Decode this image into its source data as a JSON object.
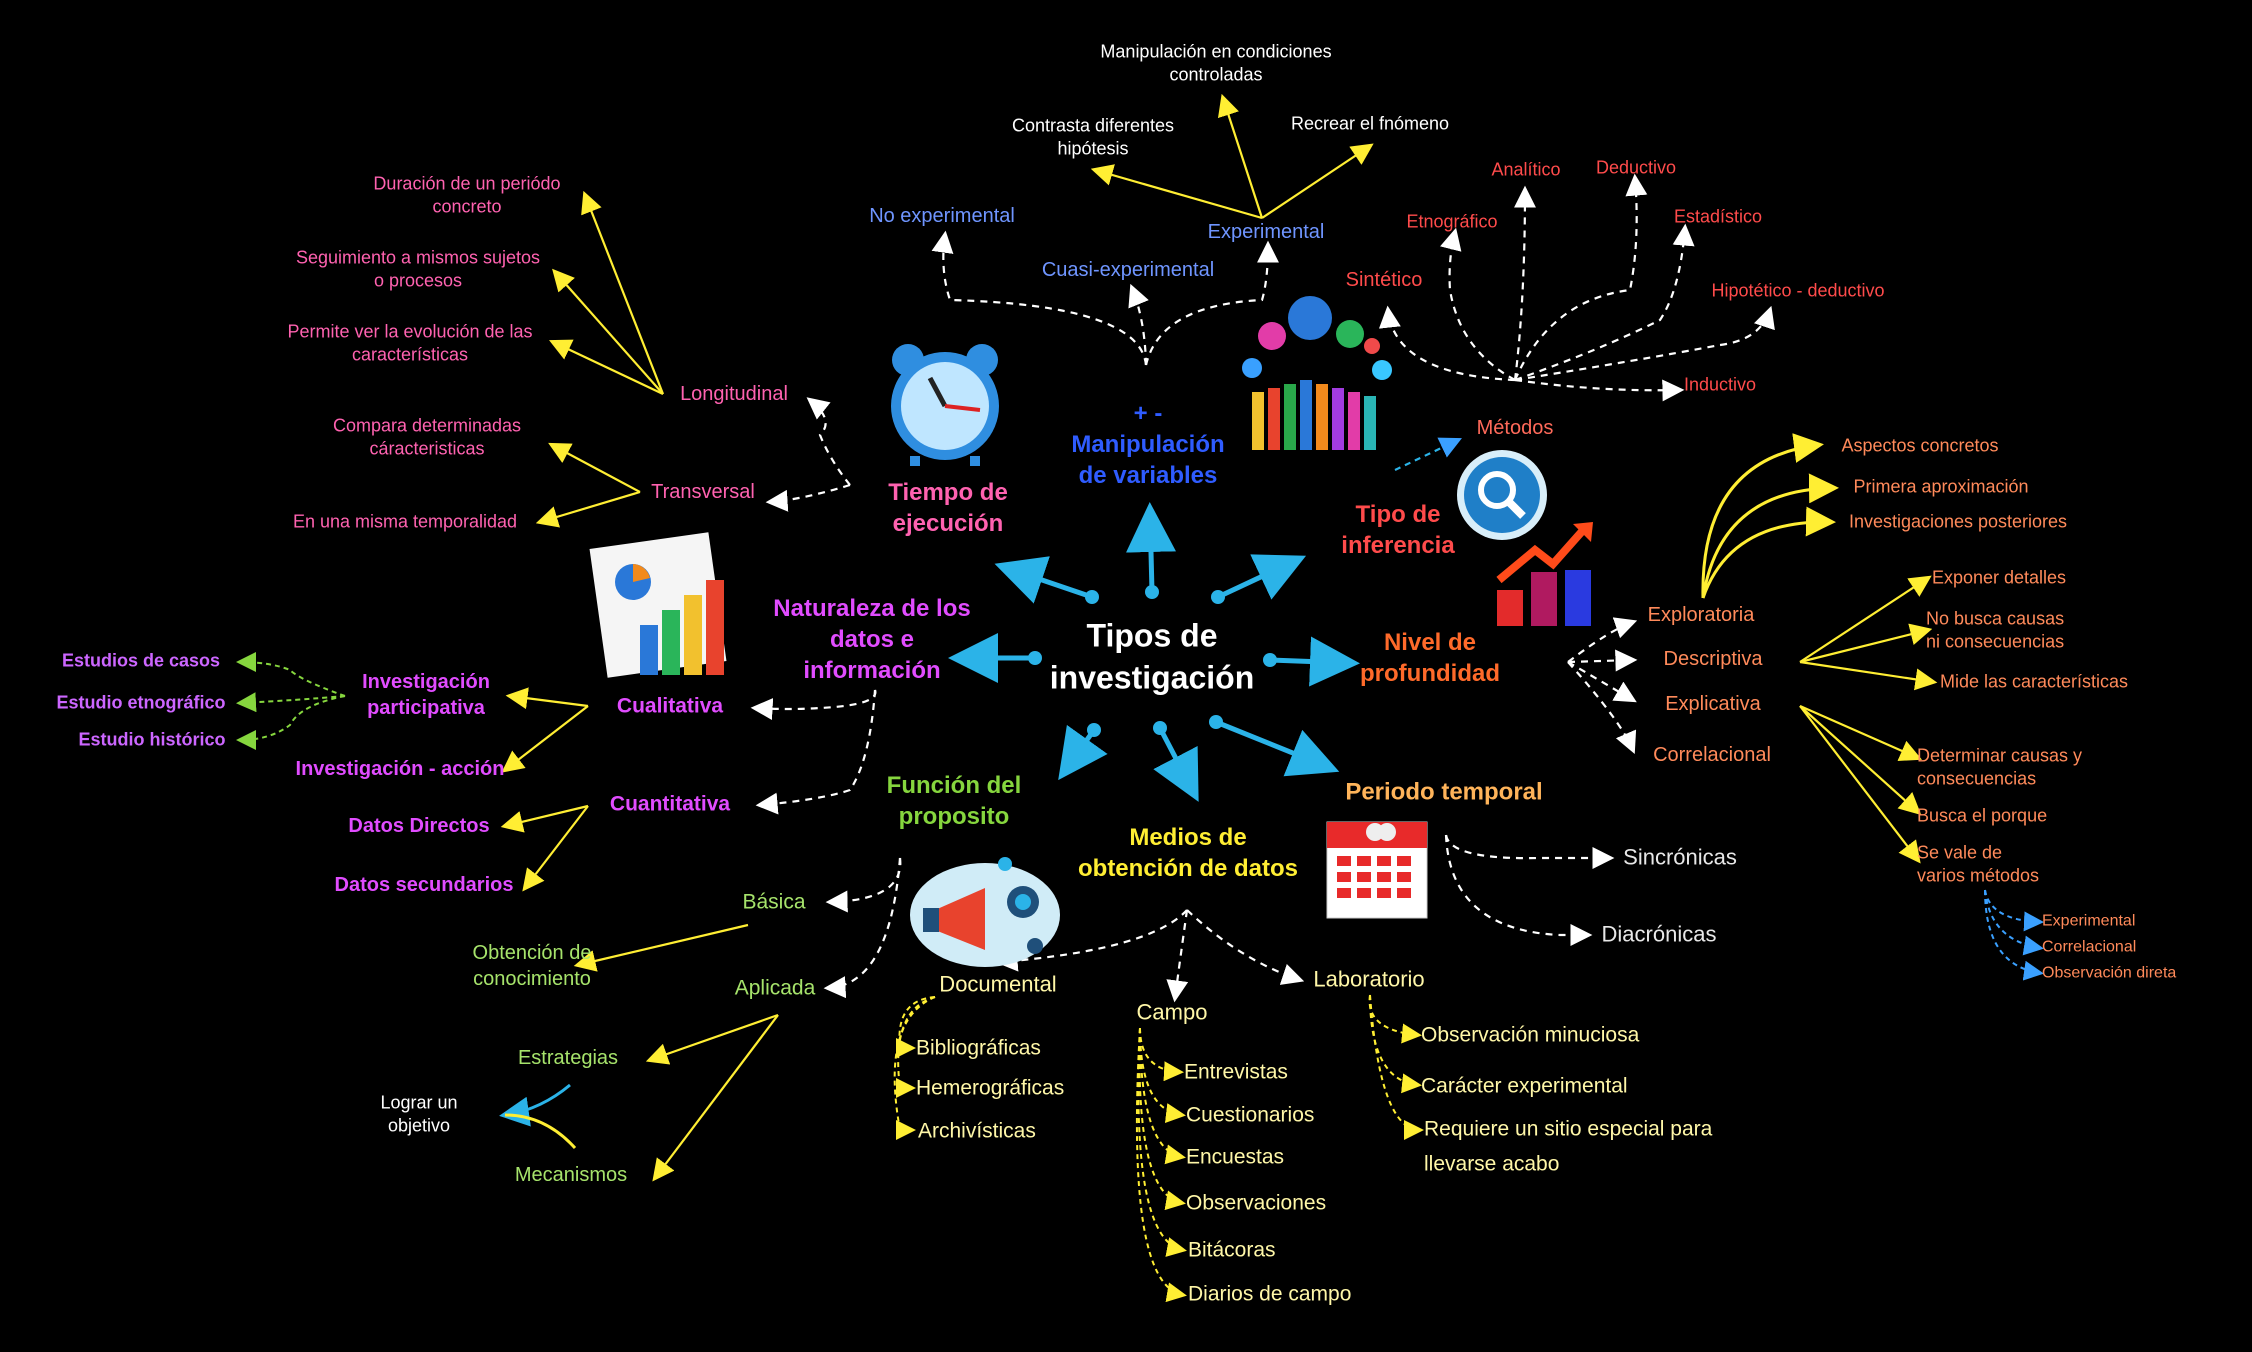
{
  "center": {
    "title": "Tipos de\ninvestigación"
  },
  "manipulacion": {
    "label": "+ -\nManipulación\nde variables",
    "no_experimental": "No experimental",
    "cuasi": "Cuasi-experimental",
    "experimental": "Experimental",
    "manip_cond": "Manipulación en condiciones\ncontroladas",
    "contrasta": "Contrasta diferentes\nhipótesis",
    "recrear": "Recrear el fnómeno"
  },
  "inferencia": {
    "label": "Tipo de\ninferencia",
    "metodos": "Métodos",
    "sintetico": "Sintético",
    "etnografico": "Etnográfico",
    "analitico": "Analítico",
    "deductivo": "Deductivo",
    "estadistico": "Estadístico",
    "hipotetico": "Hipotético - deductivo",
    "inductivo": "Inductivo"
  },
  "tiempo": {
    "label": "Tiempo de\nejecución",
    "longitudinal": "Longitudinal",
    "transversal": "Transversal",
    "duracion": "Duración de un periódo\nconcreto",
    "seguimiento": "Seguimiento a mismos sujetos\no procesos",
    "permite": "Permite ver la evolución de las\ncaracterísticas",
    "compara": "Compara determinadas\ncáracteristicas",
    "misma": "En una misma temporalidad"
  },
  "naturaleza": {
    "label": "Naturaleza de los\ndatos e\ninformación",
    "cualitativa": "Cualitativa",
    "cuantitativa": "Cuantitativa",
    "inv_part": "Investigación\nparticipativa",
    "inv_accion": "Investigación - acción",
    "estudios_casos": "Estudios de casos",
    "estudio_etno": "Estudio etnográfico",
    "estudio_hist": "Estudio histórico",
    "datos_directos": "Datos Directos",
    "datos_sec": "Datos secundarios"
  },
  "nivel": {
    "label": "Nivel de\nprofundidad",
    "exploratoria": "Exploratoria",
    "descriptiva": "Descriptiva",
    "explicativa": "Explicativa",
    "correlacional": "Correlacional",
    "aspectos": "Aspectos concretos",
    "primera": "Primera aproximación",
    "investigaciones": "Investigaciones posteriores",
    "exponer": "Exponer detalles",
    "no_busca": "No busca causas\nni consecuencias",
    "mide": "Mide las características",
    "determinar": "Determinar causas y\nconsecuencias",
    "busca": "Busca el porque",
    "se_vale": "Se vale de\nvarios métodos",
    "m_experimental": "Experimental",
    "m_correlacional": "Correlacional",
    "m_observacion": "Observación direta"
  },
  "periodo": {
    "label": "Periodo temporal",
    "sincronicas": "Sincrónicas",
    "diacronicas": "Diacrónicas"
  },
  "funcion": {
    "label": "Función del\nproposito",
    "basica": "Básica",
    "aplicada": "Aplicada",
    "obtencion": "Obtención de\nconocimiento",
    "estrategias": "Estrategias",
    "mecanismos": "Mecanismos",
    "lograr": "Lograr un\nobjetivo"
  },
  "medios": {
    "label": "Medios de\nobtención de datos",
    "documental": "Documental",
    "campo": "Campo",
    "laboratorio": "Laboratorio",
    "bibliograficas": "Bibliográficas",
    "hemerograficas": "Hemerográficas",
    "archivisticas": "Archivísticas",
    "entrevistas": "Entrevistas",
    "cuestionarios": "Cuestionarios",
    "encuestas": "Encuestas",
    "observaciones": "Observaciones",
    "bitacoras": "Bitácoras",
    "diarios": "Diarios de campo",
    "obs_minuciosa": "Observación minuciosa",
    "caracter": "Carácter experimental",
    "requiere": "Requiere un sitio especial para\nllevarse acabo"
  }
}
